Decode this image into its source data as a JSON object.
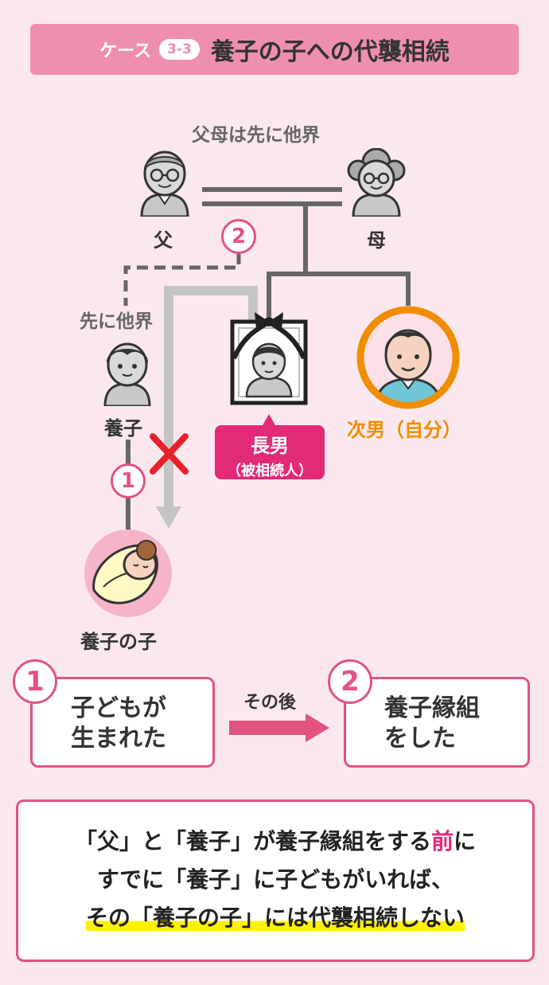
{
  "header": {
    "case_label": "ケース",
    "case_number": "3-3",
    "title": "養子の子への代襲相続"
  },
  "diagram": {
    "parents_note": "父母は先に他界",
    "father_label": "父",
    "mother_label": "母",
    "adopted_note": "先に他界",
    "adopted_label": "養子",
    "eldest_label": "長男",
    "eldest_sub": "（被相続人）",
    "second_label": "次男（自分）",
    "grandchild_label": "養子の子",
    "step1_badge": "1",
    "step2_badge": "2"
  },
  "timeline": {
    "step1_num": "1",
    "step1_line1": "子どもが",
    "step1_line2": "生まれた",
    "arrow_label": "その後",
    "step2_num": "2",
    "step2_line1": "養子縁組",
    "step2_line2": "をした"
  },
  "conclusion": {
    "line1_a": "「父」と「養子」が養子縁組をする",
    "line1_b": "前",
    "line1_c": "に",
    "line2": "すでに「養子」に子どもがいれば、",
    "line3": "その「養子の子」には代襲相続しない"
  },
  "colors": {
    "accent_pink": "#e2537f",
    "header_pink": "#ef8fae",
    "orange": "#f08d00",
    "background": "#fbe8ee"
  }
}
